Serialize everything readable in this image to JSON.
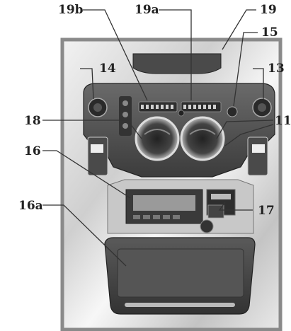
{
  "callouts": {
    "c19b": "19b",
    "c19a": "19a",
    "c19": "19",
    "c15": "15",
    "c14": "14",
    "c13": "13",
    "c18": "18",
    "c11": "11",
    "c16": "16",
    "c17": "17",
    "c16a": "16a"
  },
  "colors": {
    "device_body": "#555555",
    "device_dark": "#3a3a3a",
    "panel_light": "#c8c8c8",
    "frame": "#8a8a8a",
    "background_sheen": "#dcdcdc",
    "callout_text": "#222222"
  }
}
